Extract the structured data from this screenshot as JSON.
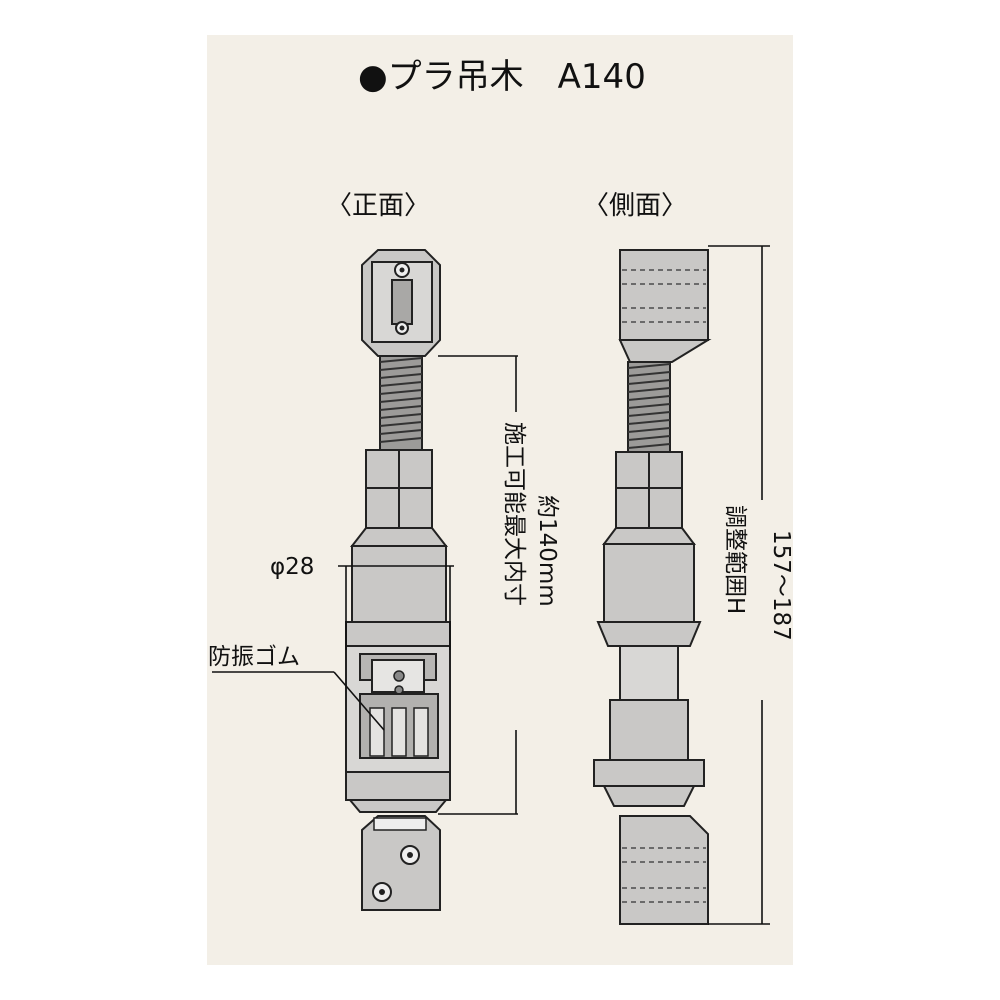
{
  "title": "●プラ吊木　A140",
  "views": {
    "front": "〈正面〉",
    "side": "〈側面〉"
  },
  "labels": {
    "diameter": "φ28",
    "rubber": "防振ゴム",
    "dim_inner_line1": "施工可能最大内寸",
    "dim_inner_line2": "約140mm",
    "dim_range_line1": "調整範囲H",
    "dim_range_line2": "157～187"
  },
  "colors": {
    "panel_bg": "#f3efe7",
    "part_gray": "#c9c8c6",
    "line": "#111111"
  }
}
